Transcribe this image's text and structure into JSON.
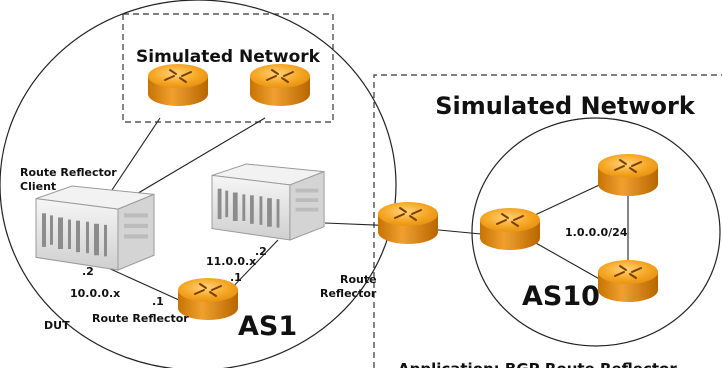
{
  "left_box": {
    "title": "Simulated Network"
  },
  "right_box": {
    "title": "Simulated Network"
  },
  "as1": {
    "label": "AS1"
  },
  "as10": {
    "label": "AS10",
    "subnet": "1.0.0.0/24"
  },
  "labels": {
    "rr_client": "Route Reflector",
    "rr_client_2": "Client",
    "dut": "DUT",
    "rr_bottom": "Route Reflector",
    "rr_right_1": "Route",
    "rr_right_2": "Reflector",
    "net_10": "10.0.0.x",
    "net_11": "11.0.0.x",
    "ip_10_2": ".2",
    "ip_10_1": ".1",
    "ip_11_2": ".2",
    "ip_11_1": ".1"
  },
  "caption": "Application: BGP Route Reflector",
  "colors": {
    "router_top": "#f5a623",
    "router_side": "#e08a0c",
    "router_icon": "#8a4a00",
    "chassis": "#e8e8e8",
    "chassis_dark": "#b9b9b9",
    "line": "#222222",
    "dash": "#333333"
  },
  "icons": {
    "router": "router-icon",
    "chassis": "network-device-icon"
  }
}
